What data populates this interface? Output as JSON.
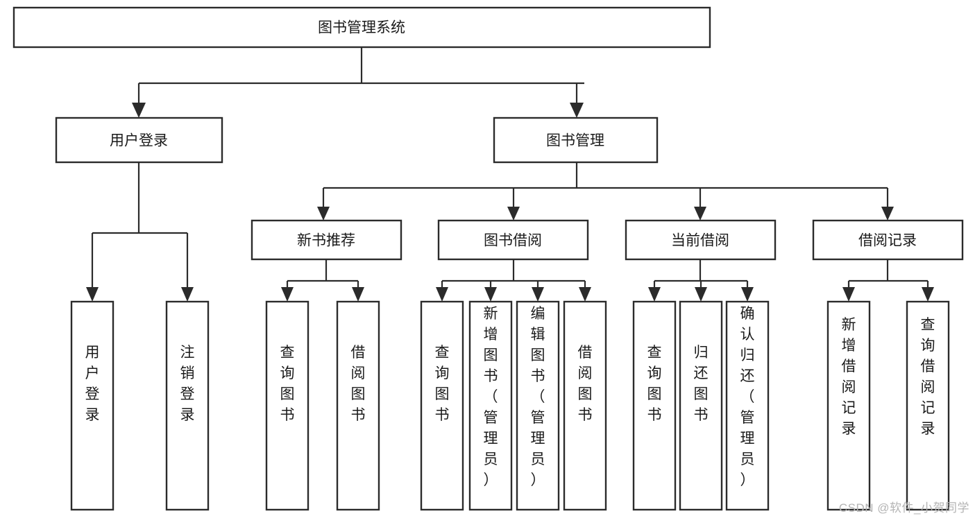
{
  "diagram": {
    "type": "tree-hierarchy",
    "orientation": "top-down",
    "title": "图书管理系统",
    "watermark": "CSDN @软件_小贺同学",
    "colors": {
      "box_stroke": "#2b2b2b",
      "box_fill": "#ffffff",
      "connector": "#2b2b2b",
      "text": "#1a1a1a",
      "watermark": "#b4b4b4",
      "background": "#ffffff"
    },
    "root": {
      "id": "root",
      "label": "图书管理系统"
    },
    "level2": [
      {
        "id": "user-login",
        "label": "用户登录"
      },
      {
        "id": "book-manage",
        "label": "图书管理"
      }
    ],
    "level3": [
      {
        "id": "new-book-recommend",
        "label": "新书推荐",
        "parent": "book-manage"
      },
      {
        "id": "book-borrow",
        "label": "图书借阅",
        "parent": "book-manage"
      },
      {
        "id": "current-borrow",
        "label": "当前借阅",
        "parent": "book-manage"
      },
      {
        "id": "borrow-record",
        "label": "借阅记录",
        "parent": "book-manage"
      }
    ],
    "leaves": {
      "user-login": [
        {
          "id": "leaf-user-login",
          "label": "用户登录"
        },
        {
          "id": "leaf-logout-login",
          "label": "注销登录"
        }
      ],
      "new-book-recommend": [
        {
          "id": "leaf-query-book-1",
          "label": "查询图书"
        },
        {
          "id": "leaf-borrow-book-1",
          "label": "借阅图书"
        }
      ],
      "book-borrow": [
        {
          "id": "leaf-query-book-2",
          "label": "查询图书"
        },
        {
          "id": "leaf-add-book",
          "label": "新增图书（管理员）"
        },
        {
          "id": "leaf-edit-book",
          "label": "编辑图书（管理员）"
        },
        {
          "id": "leaf-borrow-book-2",
          "label": "借阅图书"
        }
      ],
      "current-borrow": [
        {
          "id": "leaf-query-book-3",
          "label": "查询图书"
        },
        {
          "id": "leaf-return-book",
          "label": "归还图书"
        },
        {
          "id": "leaf-confirm-return",
          "label": "确认归还（管理员）"
        }
      ],
      "borrow-record": [
        {
          "id": "leaf-add-record",
          "label": "新增借阅记录"
        },
        {
          "id": "leaf-query-record",
          "label": "查询借阅记录"
        }
      ]
    }
  }
}
